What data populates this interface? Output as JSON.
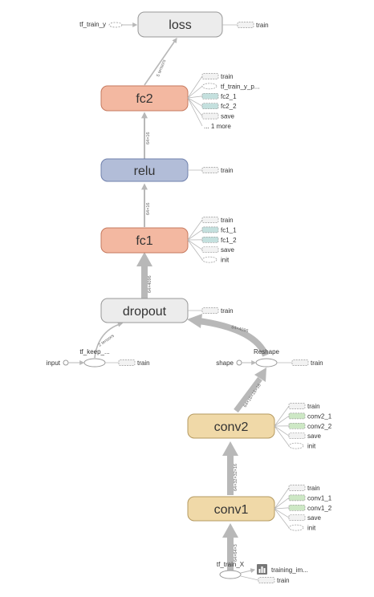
{
  "colors": {
    "edge": "#b8b8b8",
    "op_gray_fill": "#ececec",
    "op_gray_stroke": "#999999",
    "op_orange_fill": "#f3b8a1",
    "op_orange_stroke": "#c67a5f",
    "op_blue_fill": "#b2bdd8",
    "op_blue_stroke": "#7081ad",
    "op_tan_fill": "#f0d9a8",
    "op_tan_stroke": "#b59a61",
    "aux_fill": "#f2f2f2",
    "aux_green_fill": "#cde8c5",
    "aux_teal_fill": "#c4e0de"
  },
  "nodes": {
    "loss": "loss",
    "fc2": "fc2",
    "relu": "relu",
    "fc1": "fc1",
    "dropout": "dropout",
    "conv2": "conv2",
    "conv1": "conv1",
    "tf_train_y": "tf_train_y",
    "tf_keep": "tf_keep_...",
    "reshape": "Reshape",
    "input": "input",
    "shape": "shape",
    "tf_train_x": "tf_train_X",
    "training_im": "training_im..."
  },
  "edge_labels": {
    "fc2_loss": "5 tensors",
    "relu_fc2": "64×16",
    "fc1_relu": "64×16",
    "dropout_fc1": "64×4096",
    "keep_dropout": "2 tensors",
    "reshape_dropout": "64×4096",
    "conv2_reshape": "64×16×16×16",
    "conv1_conv2": "64×32×32×16",
    "x_conv1": "64×64×3"
  },
  "aux": {
    "loss": [
      "train"
    ],
    "fc2": [
      "train",
      "tf_train_y_p...",
      "fc2_1",
      "fc2_2",
      "save",
      "... 1 more"
    ],
    "relu": [
      "train"
    ],
    "fc1": [
      "train",
      "fc1_1",
      "fc1_2",
      "save",
      "init"
    ],
    "dropout": [
      "train"
    ],
    "tf_keep": [
      "train"
    ],
    "reshape": [
      "train"
    ],
    "conv2": [
      "train",
      "conv2_1",
      "conv2_2",
      "save",
      "init"
    ],
    "conv1": [
      "train",
      "conv1_1",
      "conv1_2",
      "save",
      "init"
    ],
    "tf_train_x": [
      "train"
    ]
  }
}
